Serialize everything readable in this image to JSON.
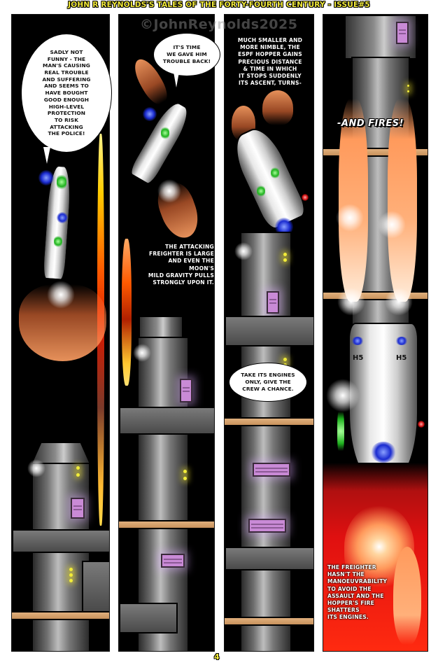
{
  "header": {
    "title": "JOHN R REYNOLDS'S TALES OF THE FORTY-FOURTH CENTURY - ISSUE#5",
    "title_color": "#f2ea3a",
    "watermark": "©JohnReynolds2025"
  },
  "panels": [
    {
      "id": "panel-1",
      "balloons": [
        {
          "text": "SADLY NOT\nFUNNY - THE\nMAN'S CAUSING\nREAL TROUBLE\nAND SUFFERING\nAND SEEMS TO\nHAVE BOUGHT\nGOOD ENOUGH\nHIGH-LEVEL\nPROTECTION\nTO RISK\nATTACKING\nTHE POLICE!"
        }
      ],
      "scene": "ESPF hopper rising over industrial towers with engine flare and fire streak"
    },
    {
      "id": "panel-2",
      "balloons": [
        {
          "text": "IT'S TIME\nWE GAVE HIM\nTROUBLE BACK!"
        }
      ],
      "captions": [
        {
          "text": "THE ATTACKING\nFREIGHTER IS LARGE\nAND EVEN THE MOON'S\nMILD GRAVITY PULLS\nSTRONGLY UPON IT."
        }
      ],
      "scene": "Hopper banking with engine flames over towers"
    },
    {
      "id": "panel-3",
      "captions": [
        {
          "text": "MUCH SMALLER AND\nMORE NIMBLE, THE\nESPF HOPPER GAINS\nPRECIOUS DISTANCE\n& TIME IN WHICH\nIT STOPS SUDDENLY\nITS ASCENT, TURNS-"
        }
      ],
      "balloons": [
        {
          "text": "TAKE ITS ENGINES\nONLY, GIVE THE\nCREW A CHANCE."
        }
      ],
      "scene": "Hopper turning with H5 engine pods visible"
    },
    {
      "id": "panel-4",
      "shout": "-AND FIRES!",
      "captions": [
        {
          "text": "THE FREIGHTER\nHASN'T THE\nMANOEUVRABILITY\nTO AVOID THE\nASSAULT AND THE\nHOPPER'S FIRE\nSHATTERS\nITS ENGINES."
        }
      ],
      "ship_markings": [
        "H5",
        "H5"
      ],
      "scene": "Hopper firing downward, freighter engines in red flames"
    }
  ],
  "footer": {
    "page_number": "4"
  },
  "colors": {
    "panel_bg": "#000000",
    "beam": "#d9a36e",
    "window": "#c98ad6",
    "light_yellow": "#f3ee3a",
    "flame_orange": "#ff9a5c",
    "fire_red": "#e01010"
  }
}
